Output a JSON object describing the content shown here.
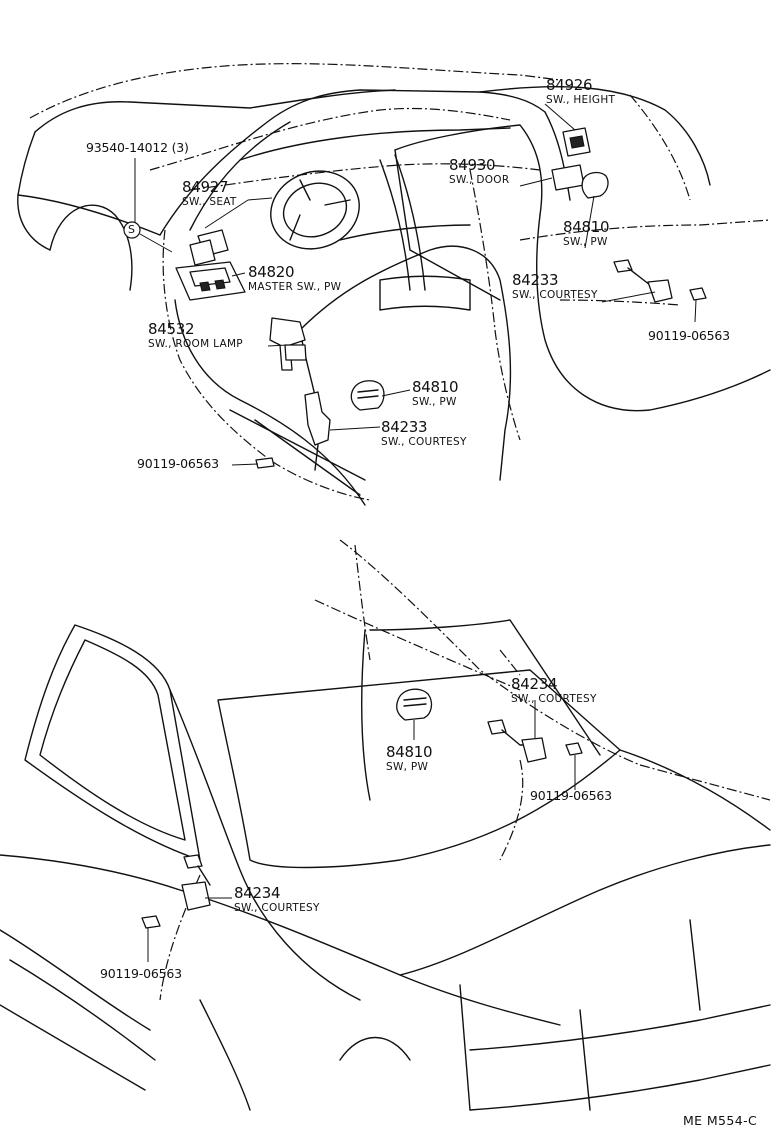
{
  "callouts": {
    "height_sw": {
      "part": "84926",
      "desc": "SW., HEIGHT"
    },
    "bolt_top": {
      "part": "93540-14012 (3)"
    },
    "seat_sw": {
      "part": "84927",
      "desc": "SW., SEAT"
    },
    "door_sw": {
      "part": "84930",
      "desc": "SW., DOOR"
    },
    "pw_sw_rear_top": {
      "part": "84810",
      "desc": "SW., PW"
    },
    "master_sw": {
      "part": "84820",
      "desc": "MASTER SW., PW"
    },
    "courtesy_rear_top": {
      "part": "84233",
      "desc": "SW., COURTESY"
    },
    "screw_rear_top": {
      "part": "90119-06563"
    },
    "room_lamp_sw": {
      "part": "84532",
      "desc": "SW., ROOM LAMP"
    },
    "pw_sw_front": {
      "part": "84810",
      "desc": "SW., PW"
    },
    "courtesy_front": {
      "part": "84233",
      "desc": "SW., COURTESY"
    },
    "screw_front": {
      "part": "90119-06563"
    },
    "courtesy_trunk": {
      "part": "84234",
      "desc": "SW., COURTESY"
    },
    "pw_sw_rear_lower": {
      "part": "84810",
      "desc": "SW, PW"
    },
    "screw_trunk": {
      "part": "90119-06563"
    },
    "courtesy_lower": {
      "part": "84234",
      "desc": "SW., COURTESY"
    },
    "screw_lower": {
      "part": "90119-06563"
    }
  },
  "symbol": "S",
  "footer": {
    "code": "ME  M554-C"
  }
}
